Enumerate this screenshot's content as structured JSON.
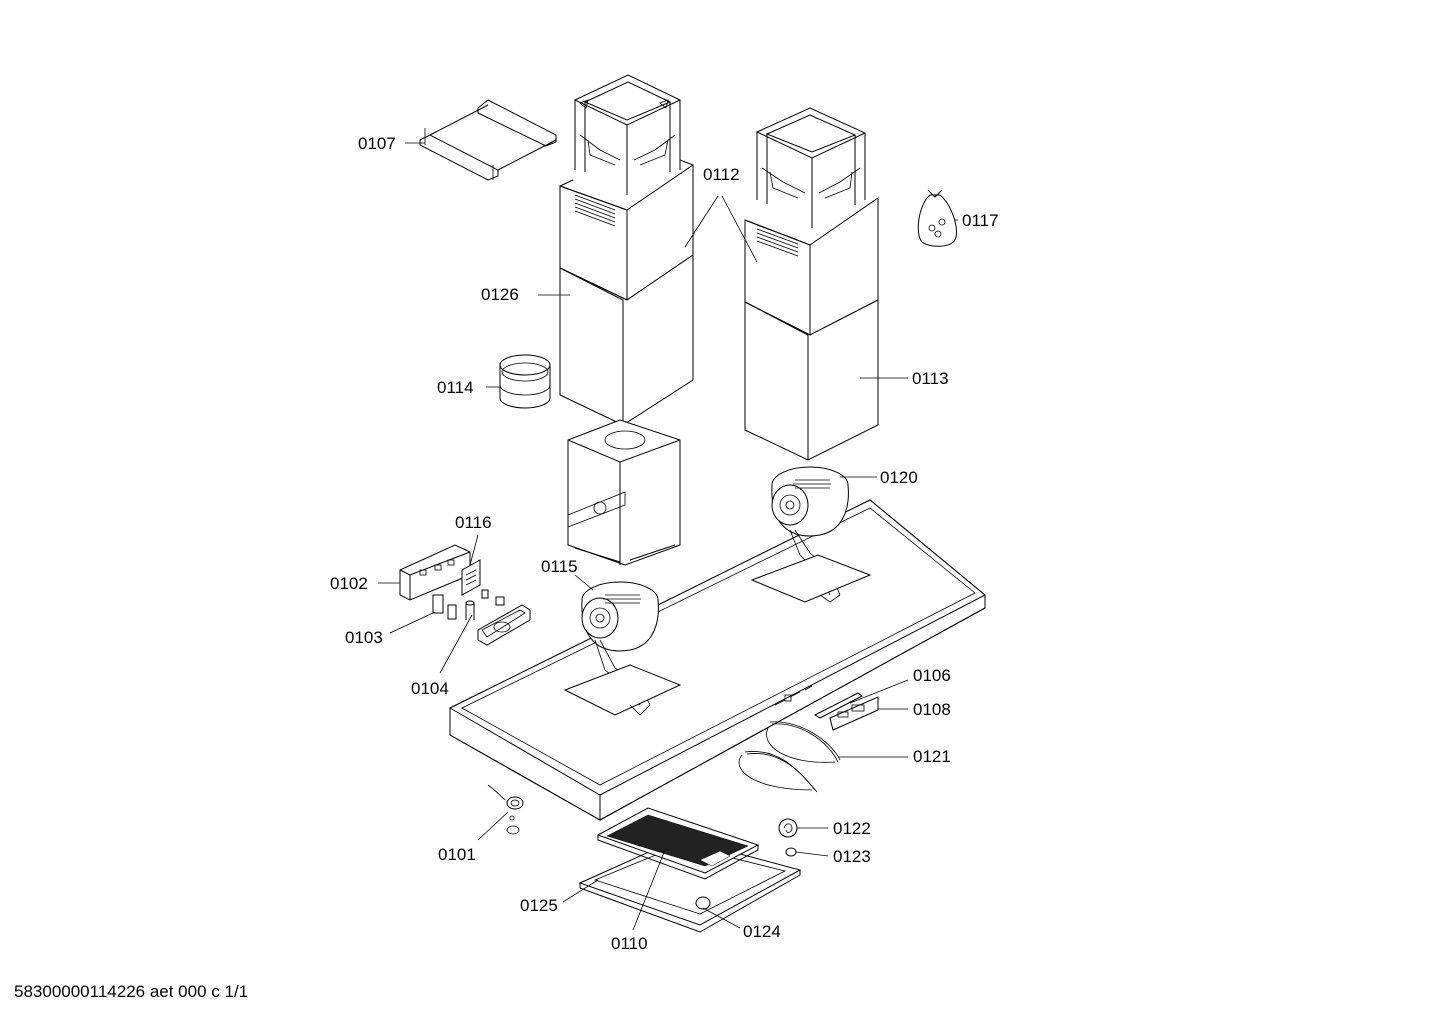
{
  "parts": [
    {
      "id": "p0101",
      "label": "0101"
    },
    {
      "id": "p0102",
      "label": "0102"
    },
    {
      "id": "p0103",
      "label": "0103"
    },
    {
      "id": "p0104",
      "label": "0104"
    },
    {
      "id": "p0106",
      "label": "0106"
    },
    {
      "id": "p0107",
      "label": "0107"
    },
    {
      "id": "p0108",
      "label": "0108"
    },
    {
      "id": "p0110",
      "label": "0110"
    },
    {
      "id": "p0112",
      "label": "0112"
    },
    {
      "id": "p0113",
      "label": "0113"
    },
    {
      "id": "p0114",
      "label": "0114"
    },
    {
      "id": "p0115",
      "label": "0115"
    },
    {
      "id": "p0116",
      "label": "0116"
    },
    {
      "id": "p0117",
      "label": "0117"
    },
    {
      "id": "p0120",
      "label": "0120"
    },
    {
      "id": "p0121",
      "label": "0121"
    },
    {
      "id": "p0122",
      "label": "0122"
    },
    {
      "id": "p0123",
      "label": "0123"
    },
    {
      "id": "p0124",
      "label": "0124"
    },
    {
      "id": "p0125",
      "label": "0125"
    },
    {
      "id": "p0126",
      "label": "0126"
    }
  ],
  "footer": "58300000114226 aet 000 c 1/1"
}
